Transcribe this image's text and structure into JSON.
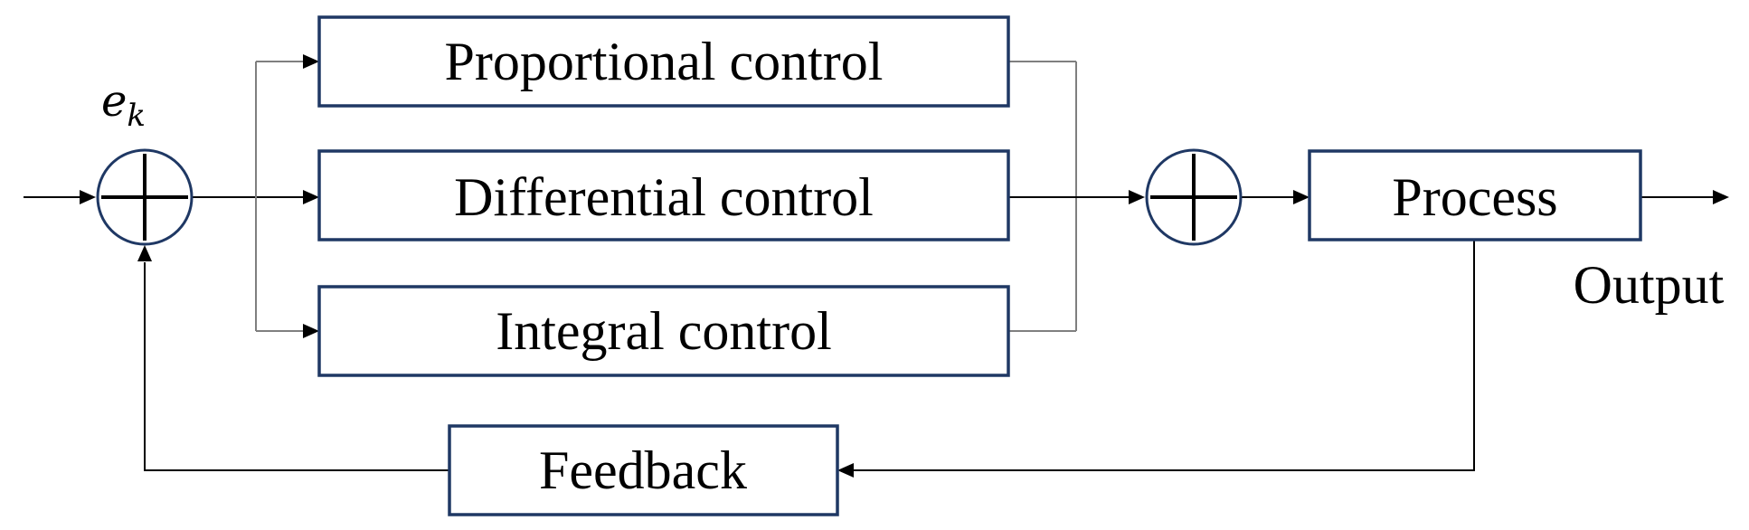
{
  "blocks": {
    "proportional": "Proportional control",
    "differential": "Differential control",
    "integral": "Integral control",
    "process": "Process",
    "feedback": "Feedback"
  },
  "signals": {
    "error_symbol": "e",
    "error_subscript": "k",
    "output": "Output"
  },
  "colors": {
    "block_border": "#1f3864",
    "branch_wire": "#7f7f7f",
    "main_wire": "#000000"
  }
}
